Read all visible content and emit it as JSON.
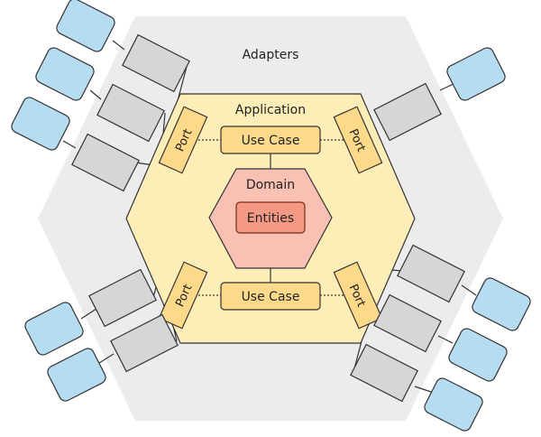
{
  "labels": {
    "adapters": "Adapters",
    "application": "Application",
    "domain": "Domain",
    "entities": "Entities",
    "use_case_top": "Use Case",
    "use_case_bottom": "Use Case",
    "port": "Port"
  },
  "colors": {
    "adapters_fill": "#ececec",
    "application_fill": "#fdeeb8",
    "application_stroke": "#333333",
    "domain_fill": "#f9c0b4",
    "entities_fill": "#f49a84",
    "entities_stroke": "#7a2e1c",
    "use_case_fill": "#fdd98a",
    "port_fill": "#fdd98a",
    "adapter_box_fill": "#d6d6d6",
    "external_fill": "#b6dcf1",
    "line": "#333333"
  },
  "adapter_groups": [
    {
      "name": "port-top-left",
      "adapter_count": 3
    },
    {
      "name": "port-top-right",
      "adapter_count": 1
    },
    {
      "name": "port-bottom-left",
      "adapter_count": 2
    },
    {
      "name": "port-bottom-right",
      "adapter_count": 3
    }
  ]
}
